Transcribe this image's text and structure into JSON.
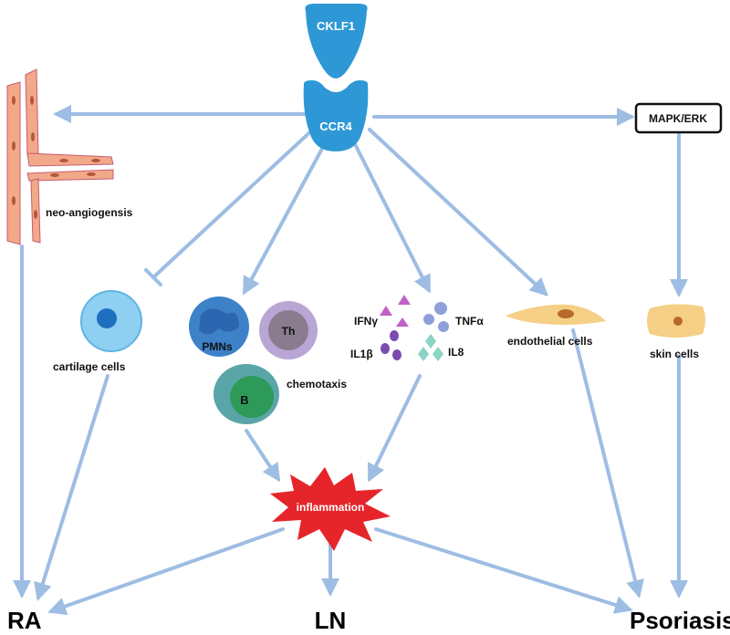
{
  "nodes": {
    "ligand": "CKLF1",
    "receptor": "CCR4",
    "pathway": "MAPK/ERK",
    "angiogenesis": "neo-angiogensis",
    "cartilage": "cartilage cells",
    "pmns": "PMNs",
    "th": "Th",
    "b": "B",
    "chemotaxis": "chemotaxis",
    "ifng": "IFNγ",
    "tnfa": "TNFα",
    "il1b": "IL1β",
    "il8": "IL8",
    "endothelial": "endothelial cells",
    "skin": "skin cells",
    "inflammation": "inflammation"
  },
  "outcomes": {
    "ra": "RA",
    "ln": "LN",
    "psoriasis": "Psoriasis"
  },
  "colors": {
    "arrow": "#9dbde3",
    "receptor": "#2e98d6",
    "inflammation": "#e5252a",
    "vessel": "#f2a98a",
    "cartilage_outer": "#8fd0f2",
    "cartilage_nucleus": "#1f6fc0",
    "pmn": "#3d82c9",
    "th_outer": "#b9a6d4",
    "b_outer": "#5aa5a8",
    "b_inner": "#2e9a5a",
    "cytokine_purple": "#7b4bb0",
    "cytokine_pink": "#c062c9",
    "cytokine_blue": "#8e9fdc",
    "cytokine_teal": "#8bd3c3",
    "fibroblast": "#f5cf86",
    "nucleus_brown": "#b76a2a"
  }
}
